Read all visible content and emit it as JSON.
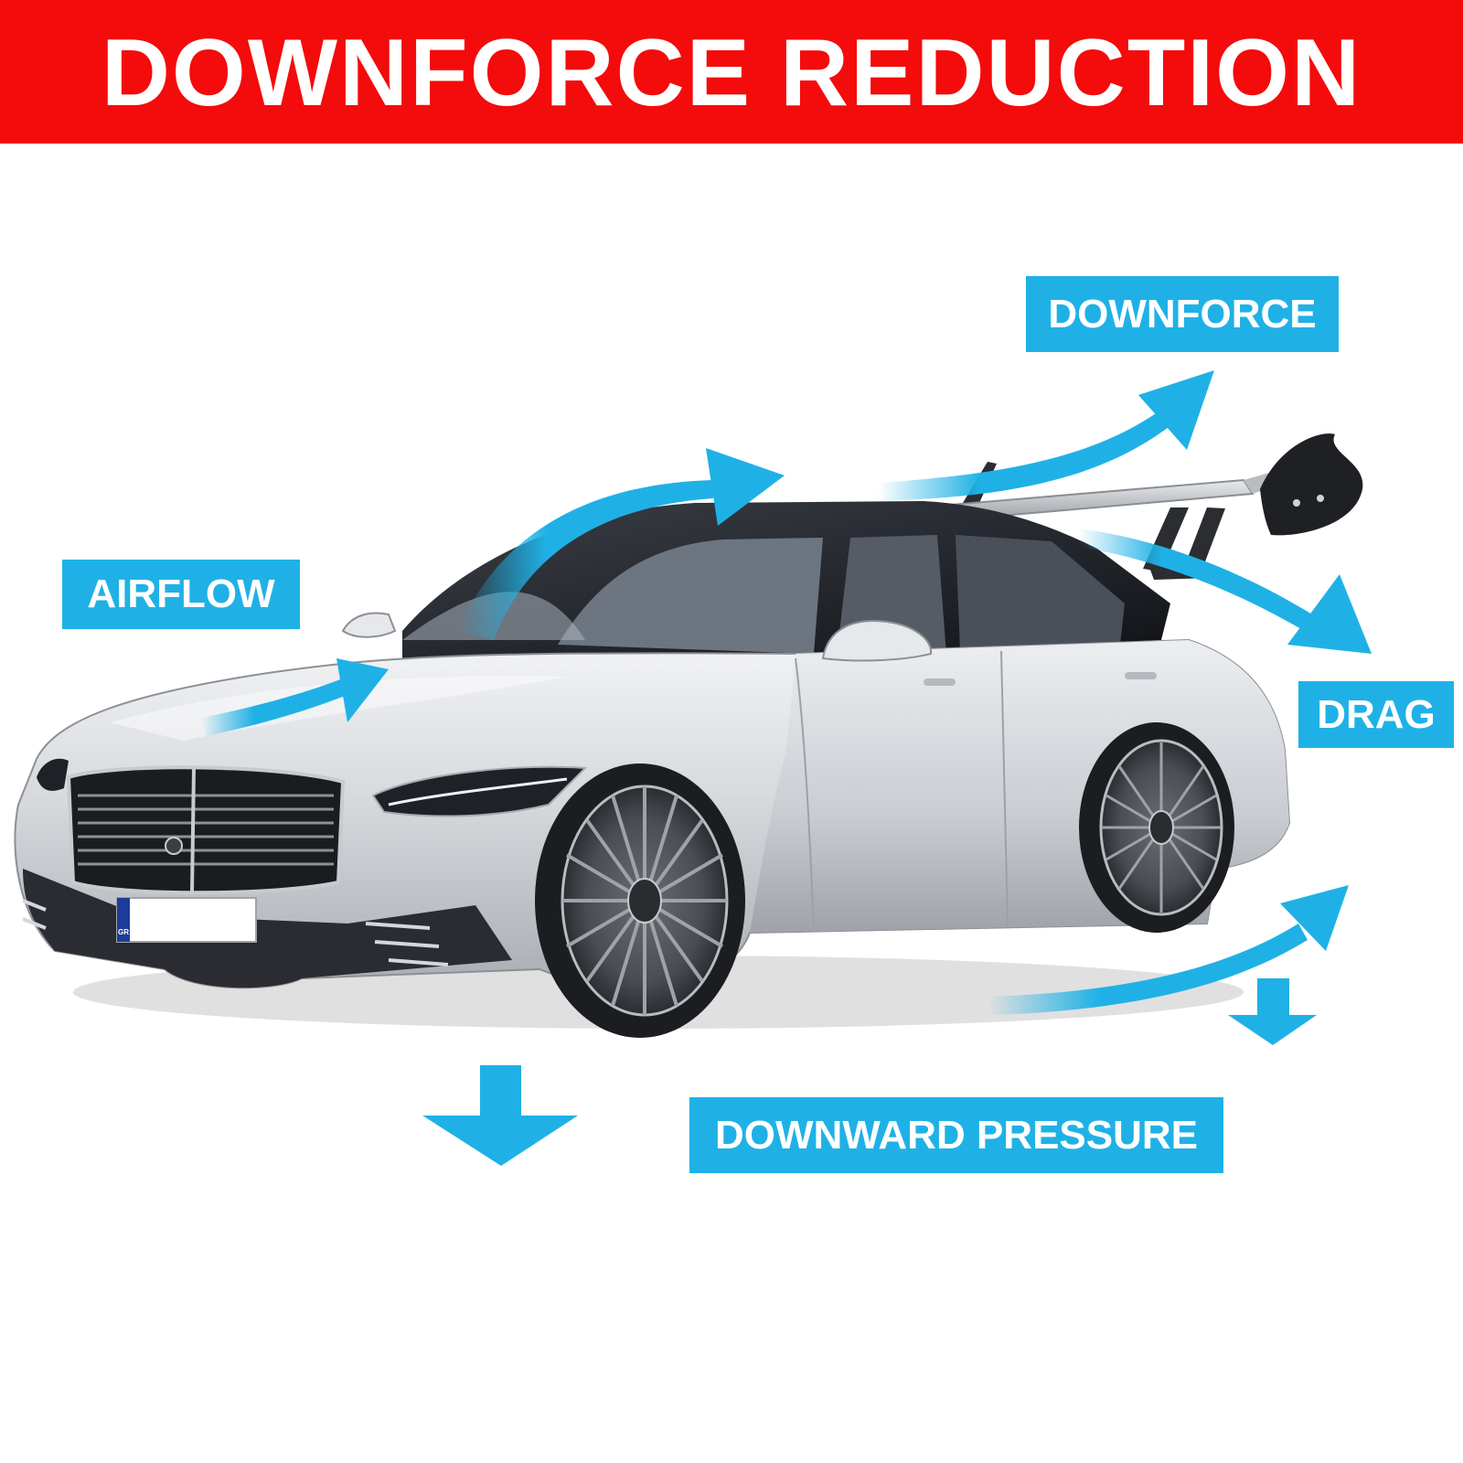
{
  "banner": {
    "title": "DOWNFORCE REDUCTION",
    "color": "#f40b0b"
  },
  "labels": {
    "airflow": "AIRFLOW",
    "downforce": "DOWNFORCE",
    "drag": "DRAG",
    "downward_pressure": "DOWNWARD PRESSURE"
  },
  "plate": {
    "country": "GR"
  },
  "colors": {
    "accent": "#1fb1e6",
    "car_body": "#d9dbde",
    "wing": "#c9ccd0",
    "text": "#ffffff"
  },
  "icons": {
    "airflow_arrow": "curved-arrow-icon",
    "pressure_arrow": "down-arrow-icon"
  }
}
